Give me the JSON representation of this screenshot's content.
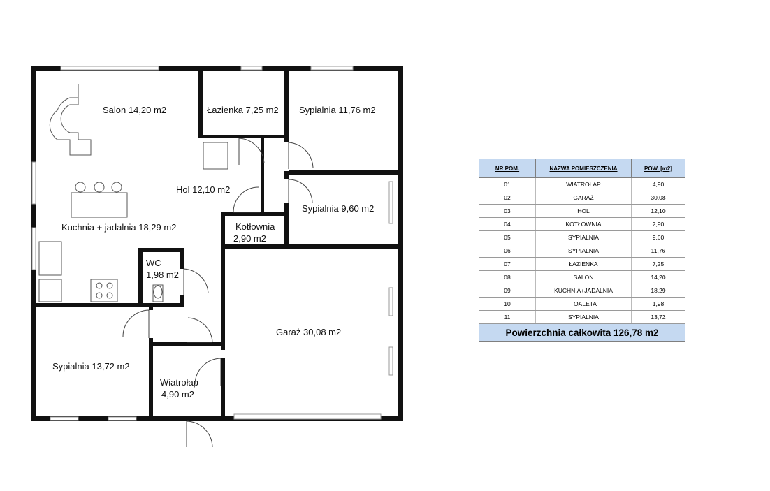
{
  "plan": {
    "rooms": [
      {
        "id": "salon",
        "label": "Salon 14,20 m2"
      },
      {
        "id": "lazienka",
        "label": "Łazienka 7,25 m2"
      },
      {
        "id": "sypialnia-1176",
        "label": "Sypialnia 11,76 m2"
      },
      {
        "id": "hol",
        "label": "Hol 12,10 m2"
      },
      {
        "id": "sypialnia-960",
        "label": "Sypialnia 9,60 m2"
      },
      {
        "id": "kuchnia",
        "label": "Kuchnia + jadalnia 18,29 m2"
      },
      {
        "id": "kotlownia",
        "label_lines": [
          "Kotłownia",
          "2,90 m2"
        ]
      },
      {
        "id": "wc",
        "label_lines": [
          "WC",
          "1,98 m2"
        ]
      },
      {
        "id": "garaz",
        "label": "Garaż 30,08 m2"
      },
      {
        "id": "sypialnia-1372",
        "label": "Sypialnia 13,72 m2"
      },
      {
        "id": "wiatrolap",
        "label_lines": [
          "Wiatrołap",
          "4,90 m2"
        ]
      }
    ]
  },
  "table": {
    "headers": {
      "nr": "NR POM.",
      "name": "NAZWA POMIESZCZENIA",
      "area": "POW. [m2]"
    },
    "rows": [
      {
        "nr": "01",
        "name": "WIATROŁAP",
        "area": "4,90"
      },
      {
        "nr": "02",
        "name": "GARAŻ",
        "area": "30,08"
      },
      {
        "nr": "03",
        "name": "HOL",
        "area": "12,10"
      },
      {
        "nr": "04",
        "name": "KOTŁOWNIA",
        "area": "2,90"
      },
      {
        "nr": "05",
        "name": "SYPIALNIA",
        "area": "9,60"
      },
      {
        "nr": "06",
        "name": "SYPIALNIA",
        "area": "11,76"
      },
      {
        "nr": "07",
        "name": "ŁAZIENKA",
        "area": "7,25"
      },
      {
        "nr": "08",
        "name": "SALON",
        "area": "14,20"
      },
      {
        "nr": "09",
        "name": "KUCHNIA+JADALNIA",
        "area": "18,29"
      },
      {
        "nr": "10",
        "name": "TOALETA",
        "area": "1,98"
      },
      {
        "nr": "11",
        "name": "SYPIALNIA",
        "area": "13,72"
      }
    ],
    "total": "Powierzchnia całkowita 126,78 m2"
  }
}
